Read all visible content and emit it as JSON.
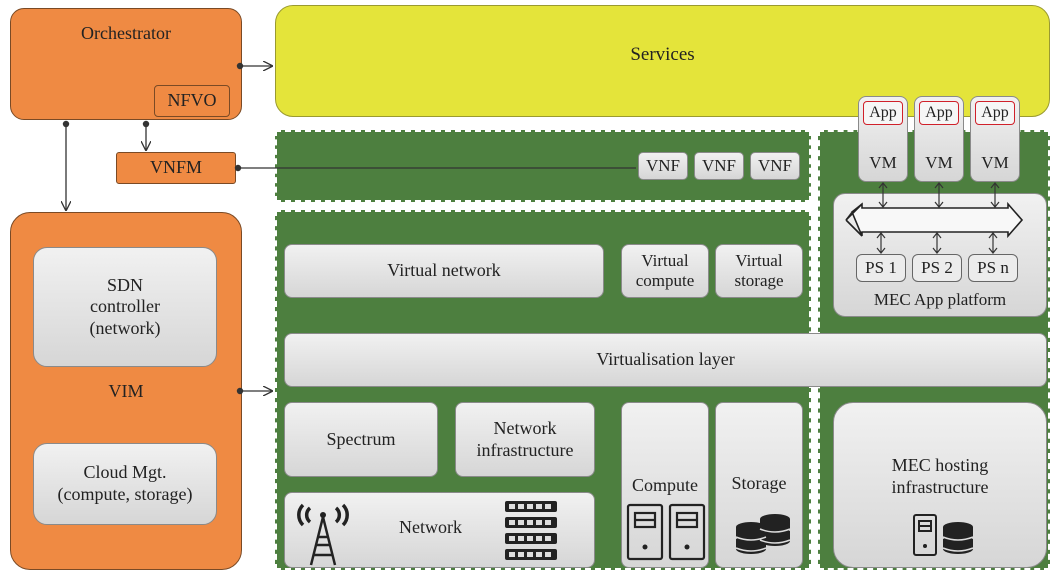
{
  "orchestrator": {
    "title": "Orchestrator",
    "nfvo": "NFVO"
  },
  "vnfm": "VNFM",
  "vim": {
    "label": "VIM",
    "sdn": "SDN\ncontroller\n(network)",
    "cloud": "Cloud Mgt.\n(compute, storage)"
  },
  "services": "Services",
  "vnfs": [
    "VNF",
    "VNF",
    "VNF"
  ],
  "nfvi": {
    "virtual_network": "Virtual network",
    "virtual_compute": "Virtual\ncompute",
    "virtual_storage": "Virtual\nstorage",
    "virtualisation_layer": "Virtualisation layer",
    "spectrum": "Spectrum",
    "network_infrastructure": "Network\ninfrastructure",
    "network": "Network",
    "compute": "Compute",
    "storage": "Storage"
  },
  "mec": {
    "apps": [
      "App",
      "App",
      "App"
    ],
    "vms": [
      "VM",
      "VM",
      "VM"
    ],
    "ps": [
      "PS 1",
      "PS 2",
      "PS n"
    ],
    "platform": "MEC App platform",
    "hosting": "MEC hosting\ninfrastructure"
  },
  "colors": {
    "orange": "#ef8a43",
    "green": "#4d7f3f",
    "yellow": "#e4e43a",
    "grey": "#dcdcdc"
  }
}
